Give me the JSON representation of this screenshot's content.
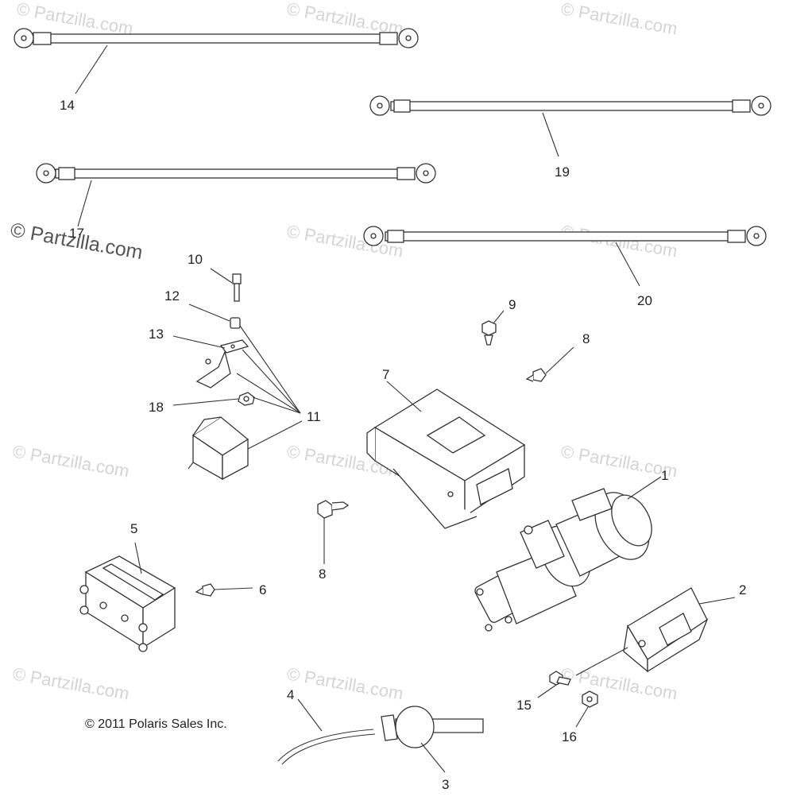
{
  "watermark": {
    "text": "© Partzilla.com",
    "prominent_text": "© Partzilla.com"
  },
  "copyright": "© 2011 Polaris Sales Inc.",
  "parts": {
    "p1": "1",
    "p2": "2",
    "p3": "3",
    "p4": "4",
    "p5": "5",
    "p6": "6",
    "p7": "7",
    "p8a": "8",
    "p8b": "8",
    "p9": "9",
    "p10": "10",
    "p11": "11",
    "p12": "12",
    "p13": "13",
    "p14": "14",
    "p15": "15",
    "p16": "16",
    "p17": "17",
    "p18": "18",
    "p19": "19",
    "p20": "20"
  }
}
